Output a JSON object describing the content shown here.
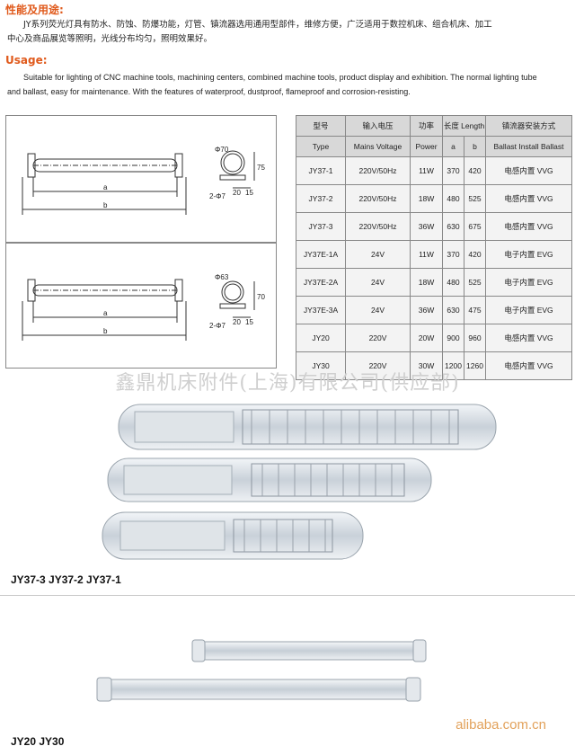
{
  "usage_cn": {
    "heading": "性能及用途:",
    "text_line1": "JY系列荧光灯具有防水、防蚀、防爆功能，灯管、镇流器选用通用型部件，维修方便，广泛适用于数控机床、组合机床、加工",
    "text_line2": "中心及商品展览等照明，光线分布均匀，照明效果好。"
  },
  "usage_en": {
    "heading": "Usage:",
    "text_line1": "Suitable for lighting of CNC machine tools, machining centers, combined machine tools, product display and exhibition. The normal lighting tube",
    "text_line2": "and ballast, easy for maintenance. With the features of waterproof, dustproof, flameproof and corrosion-resisting."
  },
  "drawings": {
    "top": {
      "dia": "Φ70",
      "height": "75",
      "holes": "2-Φ7",
      "w1": "20",
      "w2": "15",
      "len_a": "a",
      "len_b": "b"
    },
    "bottom": {
      "dia": "Φ63",
      "height": "70",
      "holes": "2-Φ7",
      "w1": "20",
      "w2": "15",
      "len_a": "a",
      "len_b": "b"
    }
  },
  "spec_table": {
    "headers_cn": {
      "model": "型号",
      "voltage": "输入电压",
      "power": "功率",
      "length": "长度 Length",
      "ballast": "镇流器安装方式"
    },
    "headers_en": {
      "model": "Type",
      "voltage": "Mains Voltage",
      "power": "Power",
      "a": "a",
      "b": "b",
      "ballast": "Ballast Install Ballast"
    },
    "rows": [
      {
        "model": "JY37-1",
        "voltage": "220V/50Hz",
        "power": "11W",
        "a": "370",
        "b": "420",
        "ballast": "电感内置 VVG"
      },
      {
        "model": "JY37-2",
        "voltage": "220V/50Hz",
        "power": "18W",
        "a": "480",
        "b": "525",
        "ballast": "电感内置 VVG"
      },
      {
        "model": "JY37-3",
        "voltage": "220V/50Hz",
        "power": "36W",
        "a": "630",
        "b": "675",
        "ballast": "电感内置 VVG"
      },
      {
        "model": "JY37E-1A",
        "voltage": "24V",
        "power": "11W",
        "a": "370",
        "b": "420",
        "ballast": "电子内置 EVG"
      },
      {
        "model": "JY37E-2A",
        "voltage": "24V",
        "power": "18W",
        "a": "480",
        "b": "525",
        "ballast": "电子内置 EVG"
      },
      {
        "model": "JY37E-3A",
        "voltage": "24V",
        "power": "36W",
        "a": "630",
        "b": "475",
        "ballast": "电子内置 EVG"
      },
      {
        "model": "JY20",
        "voltage": "220V",
        "power": "20W",
        "a": "900",
        "b": "960",
        "ballast": "电感内置 VVG"
      },
      {
        "model": "JY30",
        "voltage": "220V",
        "power": "30W",
        "a": "1200",
        "b": "1260",
        "ballast": "电感内置 VVG"
      }
    ]
  },
  "watermark": "鑫鼎机床附件(上海)有限公司(供应部)",
  "captions": {
    "group1": "JY37-3  JY37-2  JY37-1",
    "group2": "JY20  JY30"
  },
  "footer": "alibaba.com.cn"
}
